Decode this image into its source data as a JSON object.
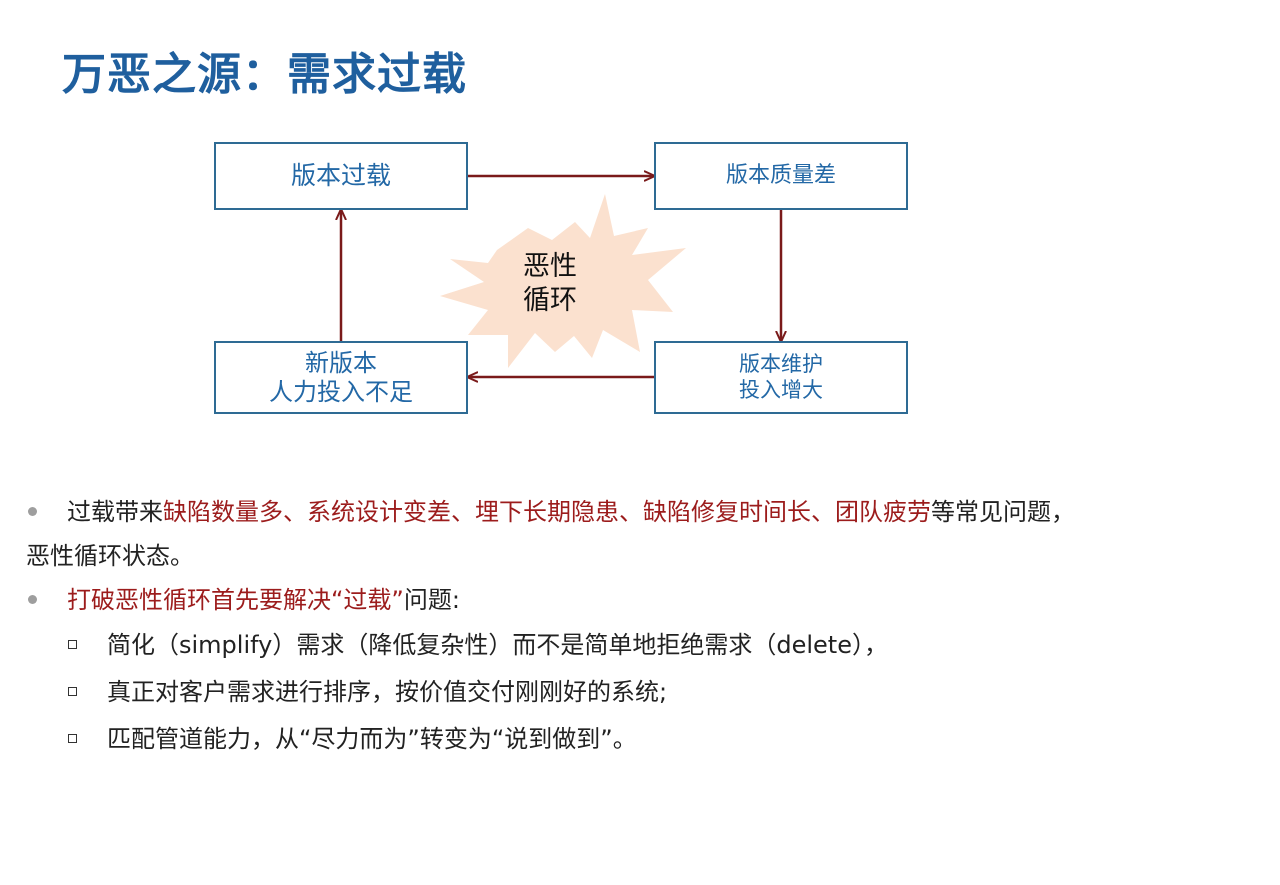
{
  "title": "万恶之源：需求过载",
  "diagram": {
    "boxes": {
      "overload": {
        "lines": [
          "版本过载"
        ]
      },
      "quality": {
        "lines": [
          "版本质量差"
        ]
      },
      "maintenance": {
        "lines": [
          "版本维护",
          "投入增大"
        ]
      },
      "new_version": {
        "lines": [
          "新版本",
          "人力投入不足"
        ]
      }
    },
    "center": {
      "lines": [
        "恶性",
        "循环"
      ]
    },
    "colors": {
      "box_border": "#2e6b94",
      "box_text": "#2368a6",
      "arrow": "#7a1a1a",
      "burst_fill": "#fbe1cf"
    }
  },
  "bullets": {
    "b1": {
      "prefix": "过载带来",
      "highlight": "缺陷数量多、系统设计变差、埋下长期隐患、缺陷修复时间长、团队疲劳",
      "suffix": "等常见问题，",
      "continuation": "恶性循环状态。"
    },
    "b2": {
      "highlight": "打破恶性循环首先要解决“过载”",
      "suffix": "问题:"
    },
    "subs": [
      "简化（simplify）需求（降低复杂性）而不是简单地拒绝需求（delete），",
      "真正对客户需求进行排序，按价值交付刚刚好的系统;",
      "匹配管道能力，从“尽力而为”转变为“说到做到”。"
    ]
  }
}
